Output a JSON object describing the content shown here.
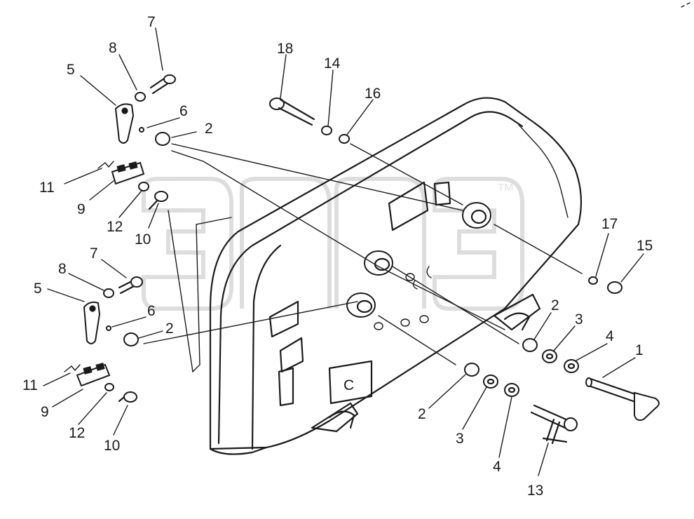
{
  "diagram": {
    "watermark": {
      "trademark": "™"
    },
    "callouts": [
      {
        "id": "c7a",
        "label": "7"
      },
      {
        "id": "c8a",
        "label": "8"
      },
      {
        "id": "c5a",
        "label": "5"
      },
      {
        "id": "c6a",
        "label": "6"
      },
      {
        "id": "c2a",
        "label": "2"
      },
      {
        "id": "c11a",
        "label": "11"
      },
      {
        "id": "c9a",
        "label": "9"
      },
      {
        "id": "c12a",
        "label": "12"
      },
      {
        "id": "c10a",
        "label": "10"
      },
      {
        "id": "c18",
        "label": "18"
      },
      {
        "id": "c14",
        "label": "14"
      },
      {
        "id": "c16",
        "label": "16"
      },
      {
        "id": "c17",
        "label": "17"
      },
      {
        "id": "c15",
        "label": "15"
      },
      {
        "id": "c7b",
        "label": "7"
      },
      {
        "id": "c8b",
        "label": "8"
      },
      {
        "id": "c5b",
        "label": "5"
      },
      {
        "id": "c6b",
        "label": "6"
      },
      {
        "id": "c2b",
        "label": "2"
      },
      {
        "id": "c11b",
        "label": "11"
      },
      {
        "id": "c9b",
        "label": "9"
      },
      {
        "id": "c12b",
        "label": "12"
      },
      {
        "id": "c10b",
        "label": "10"
      },
      {
        "id": "c2c",
        "label": "2"
      },
      {
        "id": "c3a",
        "label": "3"
      },
      {
        "id": "c4a",
        "label": "4"
      },
      {
        "id": "c1",
        "label": "1"
      },
      {
        "id": "c2d",
        "label": "2"
      },
      {
        "id": "c3b",
        "label": "3"
      },
      {
        "id": "c4b",
        "label": "4"
      },
      {
        "id": "c13",
        "label": "13"
      }
    ]
  }
}
